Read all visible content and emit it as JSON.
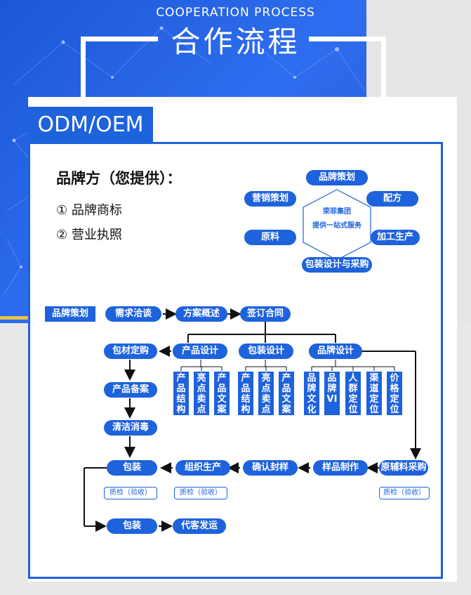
{
  "header": {
    "subtitle": "COOPERATION PROCESS",
    "title": "合作流程"
  },
  "section": {
    "tab_label": "ODM/OEM"
  },
  "provider": {
    "title": "品牌方（您提供）：",
    "items": [
      "① 品牌商标",
      "② 营业执照"
    ]
  },
  "services": {
    "center_line1": "荣菲集团",
    "center_line2": "提供一站式服务",
    "nodes": [
      "品牌策划",
      "营销策划",
      "配方",
      "原料",
      "加工生产",
      "包装设计与采购"
    ]
  },
  "flow": {
    "brand_tag": "品牌策划",
    "row1": [
      "需求洽谈",
      "方案概述",
      "签订合同"
    ],
    "row2": [
      "包材定购",
      "产品设计",
      "包装设计",
      "品牌设计"
    ],
    "left_col": [
      "产品备案",
      "清洁消毒"
    ],
    "design_items": [
      "产品结构",
      "亮点卖点",
      "产品文案",
      "产品结构",
      "亮点卖点",
      "产品文案",
      "品牌文化",
      "品牌VI",
      "人群定位",
      "渠道定位",
      "价格定位"
    ],
    "row3": [
      "包装",
      "组织生产",
      "确认封样",
      "样品制作",
      "原辅料采购"
    ],
    "qc": [
      "质检（验收）",
      "质检（验收）",
      "质检（验收）"
    ],
    "row4": [
      "包装",
      "代客发运"
    ]
  },
  "colors": {
    "primary": "#1e62dc",
    "banner": "#2f6df0",
    "accent": "#e5c14a"
  }
}
